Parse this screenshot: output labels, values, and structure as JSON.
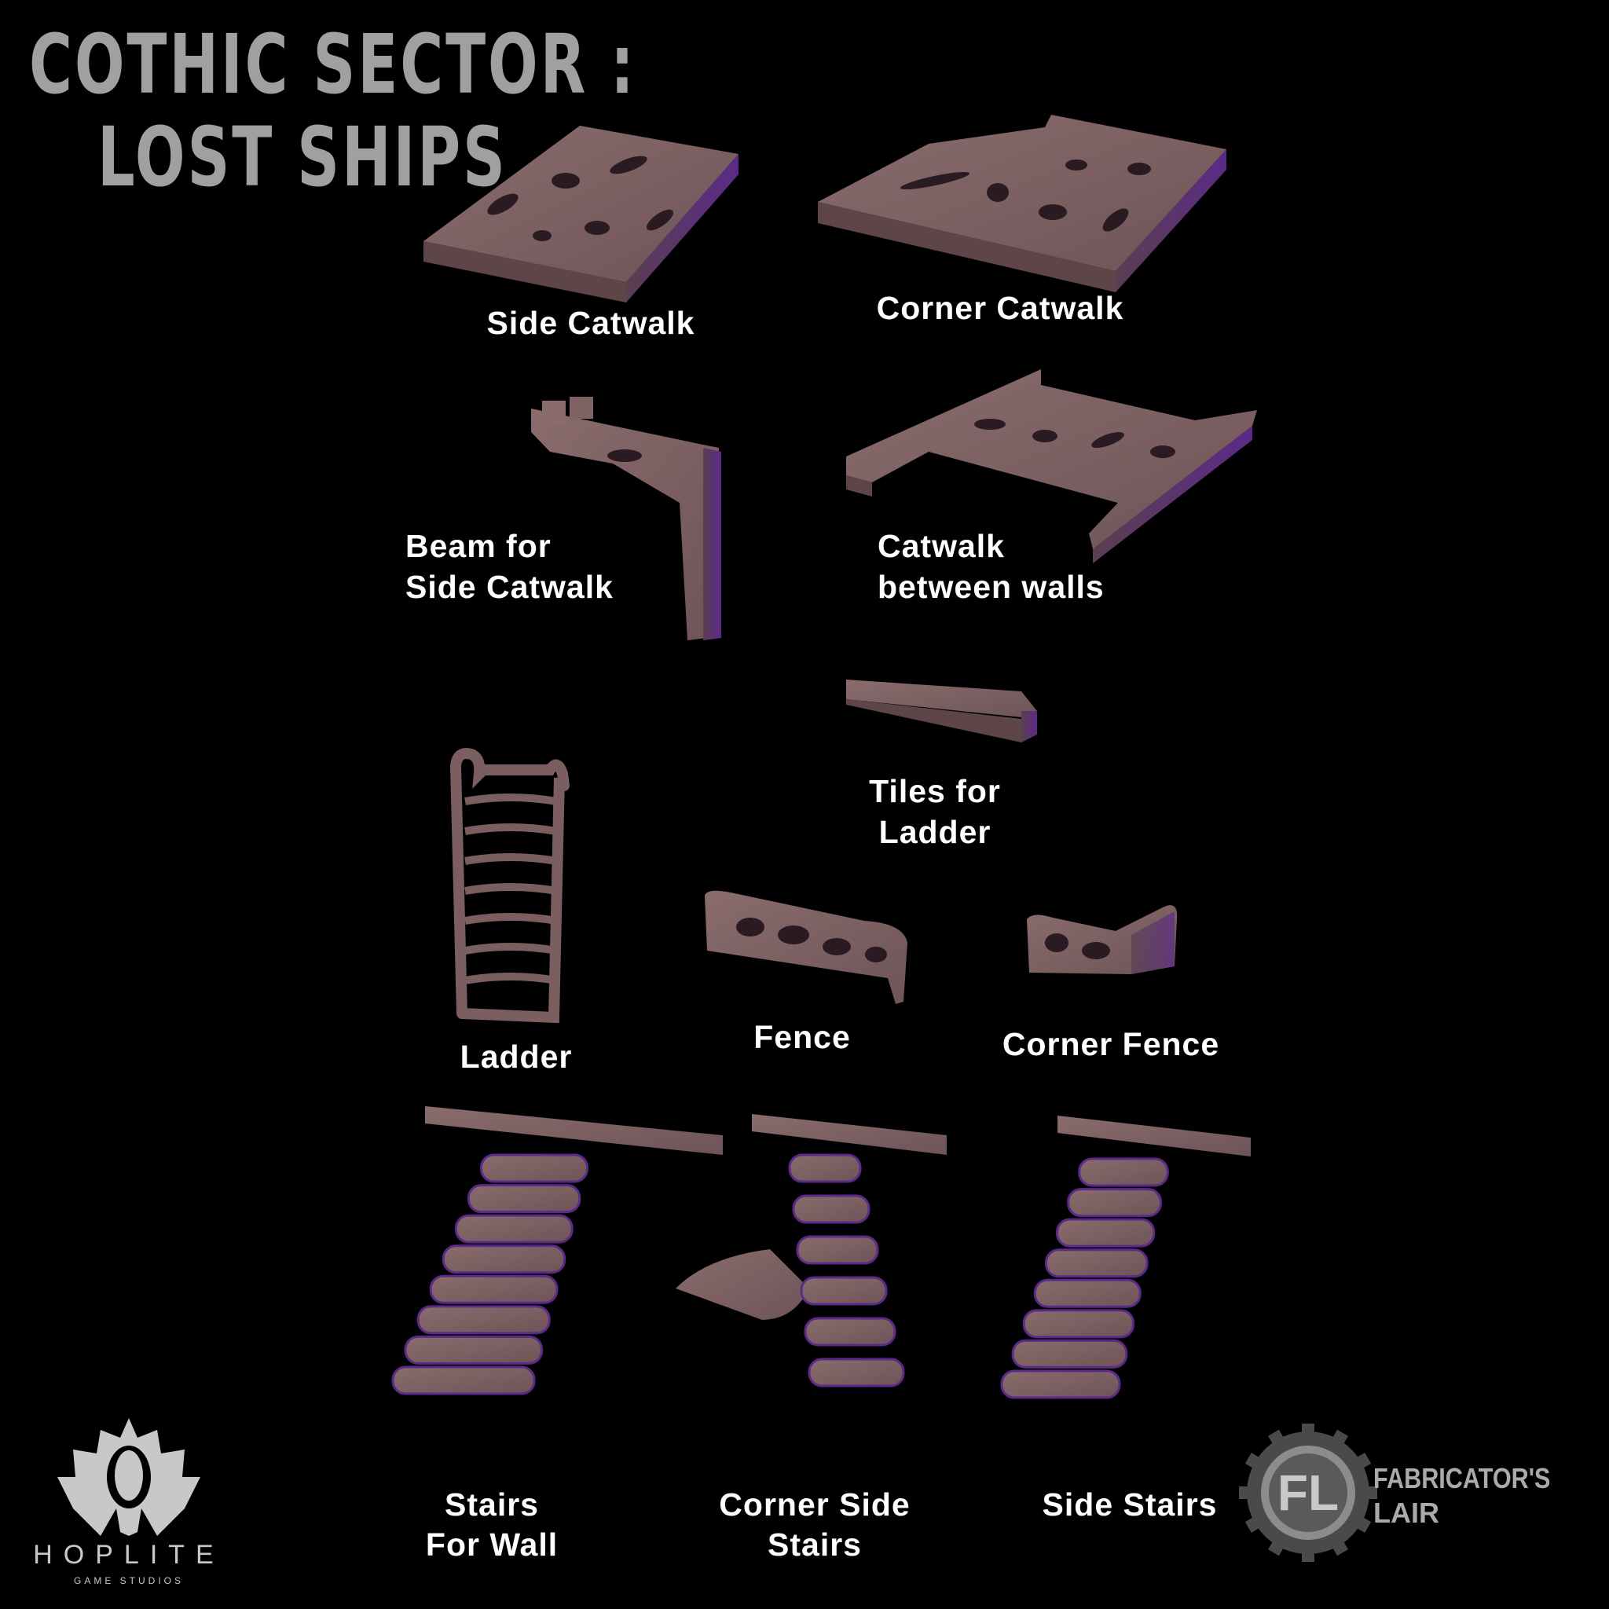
{
  "title": {
    "line1": "COTHIC SECTOR :",
    "line2": "LOST SHIPS"
  },
  "labels": {
    "side_catwalk": "Side Catwalk",
    "corner_catwalk": "Corner Catwalk",
    "beam_line1": "Beam for",
    "beam_line2": "Side Catwalk",
    "between_line1": "Catwalk",
    "between_line2": "between walls",
    "tiles_line1": "Tiles for",
    "tiles_line2": "Ladder",
    "ladder": "Ladder",
    "fence": "Fence",
    "corner_fence": "Corner Fence",
    "stairs_wall_line1": "Stairs",
    "stairs_wall_line2": "For Wall",
    "corner_side_line1": "Corner Side",
    "corner_side_line2": "Stairs",
    "side_stairs": "Side Stairs"
  },
  "logos": {
    "hoplite_name": "HOPLITE",
    "hoplite_sub": "GAME STUDIOS",
    "fl_mark": "FL",
    "fabricator_line1": "FABRICATOR'S",
    "fabricator_line2": "LAIR"
  },
  "colors": {
    "background": "#000000",
    "model": "#7b5e60",
    "model_edge": "#6a3f8a",
    "title": "#a0a0a0",
    "label": "#ffffff"
  }
}
